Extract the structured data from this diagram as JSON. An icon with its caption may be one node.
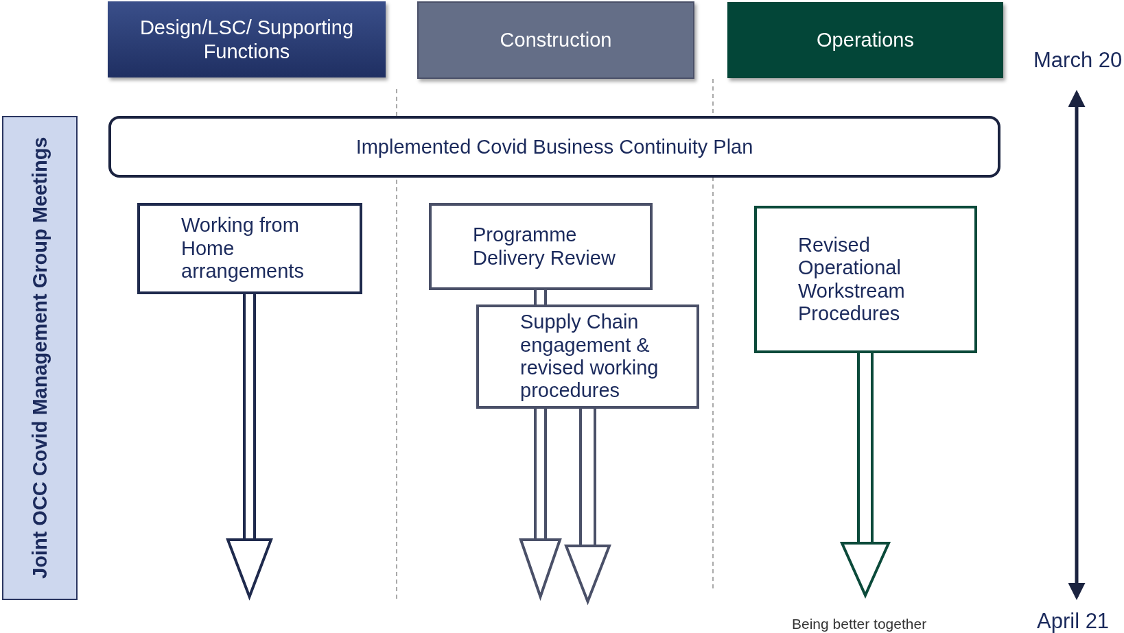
{
  "diagram": {
    "nodes": [
      {
        "text": [
          "Design/LSC/ Supporting Functions"
        ]
      },
      {
        "text": [
          "Construction"
        ]
      },
      {
        "text": [
          "Operations"
        ]
      },
      {
        "text": [
          "Joint OCC Covid Management Group Meetings"
        ]
      },
      {
        "text": [
          "Implemented Covid Business Continuity Plan"
        ]
      },
      {
        "text": [
          "Working from Home arrangements"
        ]
      },
      {
        "text": [
          "Programme Delivery Review"
        ]
      },
      {
        "text": [
          "Supply Chain engagement & revised working procedures"
        ]
      },
      {
        "text": [
          "Revised Operational Workstream Procedures"
        ]
      }
    ],
    "edges": [
      {
        "from": 5,
        "to": null,
        "arrow": "to",
        "color": "#1f2a4d"
      },
      {
        "from": 6,
        "to": null,
        "arrow": "to"
      },
      {
        "from": 7,
        "to": null,
        "arrow": "to"
      },
      {
        "from": 8,
        "to": null,
        "arrow": "to",
        "color": "#0b4a3a"
      }
    ],
    "labels": [
      "March 20",
      "April 21",
      "Being better together"
    ]
  }
}
